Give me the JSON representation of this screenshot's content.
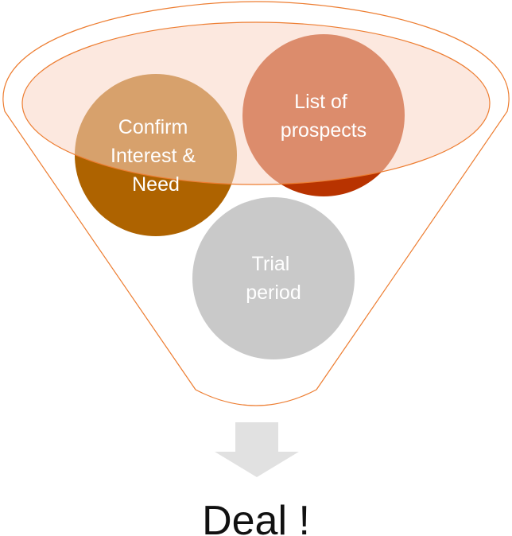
{
  "circles": {
    "confirm": {
      "lines": [
        "Confirm",
        "Interest &",
        "Need"
      ],
      "color": "#ae6300"
    },
    "prospects": {
      "lines": [
        "List of",
        "prospects"
      ],
      "color": "#b83300"
    },
    "trial": {
      "lines": [
        "Trial",
        "period"
      ],
      "color": "#c9c9c9"
    }
  },
  "result": {
    "label": "Deal !"
  },
  "colors": {
    "funnel_outline": "#ed7d31",
    "rim_fill": "#f9d5c4",
    "arrow": "#e1e1e1"
  }
}
